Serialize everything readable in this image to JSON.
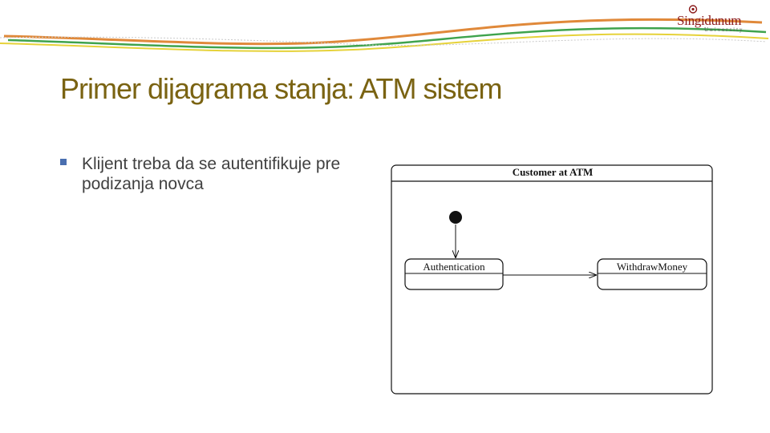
{
  "slide": {
    "title": "Primer dijagrama stanja: ATM sistem",
    "bullets": [
      {
        "text": "Klijent treba da se autentifikuje pre podizanja novca"
      }
    ]
  },
  "logo": {
    "name": "Singidunum",
    "subtitle": "University",
    "emblem_icon": "crest-icon"
  },
  "diagram": {
    "type": "uml-state-diagram",
    "container_label": "Customer at ATM",
    "states": [
      {
        "id": "authentication",
        "label": "Authentication"
      },
      {
        "id": "withdraw",
        "label": "WithdrawMoney"
      }
    ],
    "initial_state": "authentication",
    "transitions": [
      {
        "from": "initial",
        "to": "authentication"
      },
      {
        "from": "authentication",
        "to": "withdraw"
      }
    ]
  },
  "colors": {
    "title": "#7a6312",
    "bullet_marker": "#4a6fb0",
    "body_text": "#404040",
    "wave_orange": "#e0893a",
    "wave_green": "#3fa34d",
    "wave_yellow": "#e6d23a",
    "logo": "#8b1a1a"
  }
}
